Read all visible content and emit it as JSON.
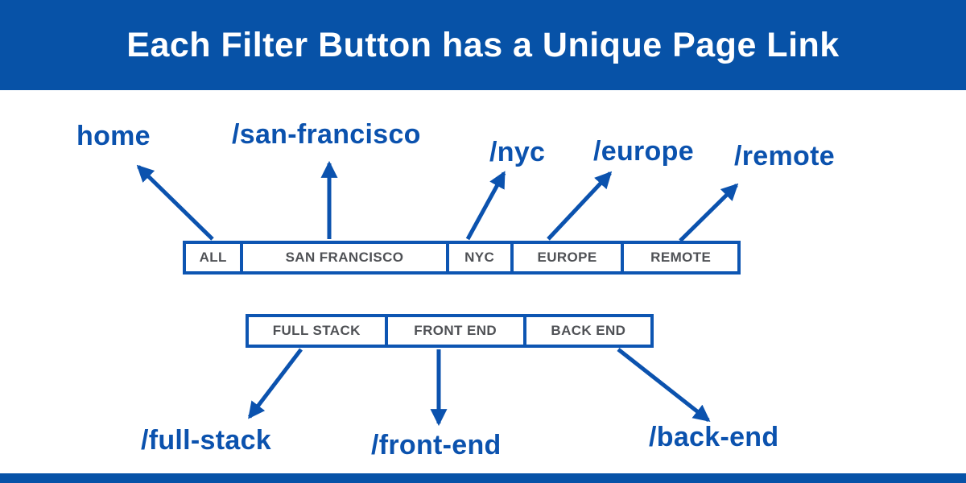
{
  "header": {
    "title": "Each Filter Button has a Unique Page Link"
  },
  "colors": {
    "header_bg": "#0752a7",
    "brand_blue": "#0d55b2",
    "arrow_blue": "#0b52ae",
    "button_text": "#4f5155",
    "button_bg": "#ffffff"
  },
  "row1": {
    "buttons": [
      {
        "label": "ALL"
      },
      {
        "label": "SAN FRANCISCO"
      },
      {
        "label": "NYC"
      },
      {
        "label": "EUROPE"
      },
      {
        "label": "REMOTE"
      }
    ]
  },
  "row2": {
    "buttons": [
      {
        "label": "FULL STACK"
      },
      {
        "label": "FRONT END"
      },
      {
        "label": "BACK END"
      }
    ]
  },
  "links": {
    "top": [
      {
        "label": "home"
      },
      {
        "label": "/san-francisco"
      },
      {
        "label": "/nyc"
      },
      {
        "label": "/europe"
      },
      {
        "label": "/remote"
      }
    ],
    "bottom": [
      {
        "label": "/full-stack"
      },
      {
        "label": "/front-end"
      },
      {
        "label": "/back-end"
      }
    ]
  }
}
